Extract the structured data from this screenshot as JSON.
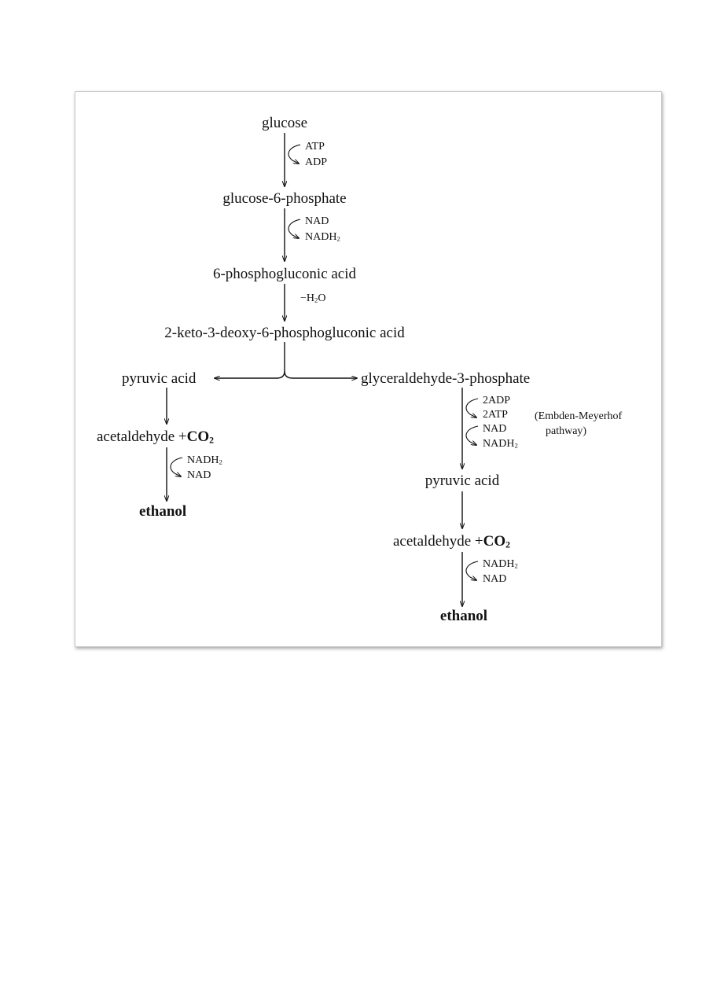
{
  "nodes": {
    "glucose": "glucose",
    "g6p": "glucose-6-phosphate",
    "pga": "6-phosphogluconic acid",
    "kdpg": "2-keto-3-deoxy-6-phosphogluconic acid",
    "pyruvic_left": "pyruvic acid",
    "g3p": "glyceraldehyde-3-phosphate",
    "acetaldehyde_left": "acetaldehyde",
    "ethanol_left": "ethanol",
    "pyruvic_right": "pyruvic acid",
    "acetaldehyde_right": "acetaldehyde",
    "ethanol_right": "ethanol",
    "plus": "+",
    "co2_main": "CO",
    "co2_sub": "2"
  },
  "cofactors": {
    "atp": "ATP",
    "adp": "ADP",
    "nad": "NAD",
    "nadh": "NADH",
    "h2_sub": "2",
    "water_prefix": "−H",
    "water_sub": "2",
    "water_suffix": "O",
    "two_adp": "2ADP",
    "two_atp": "2ATP"
  },
  "notes": {
    "em_line1": "(Embden-Meyerhof",
    "em_line2": "pathway)"
  }
}
